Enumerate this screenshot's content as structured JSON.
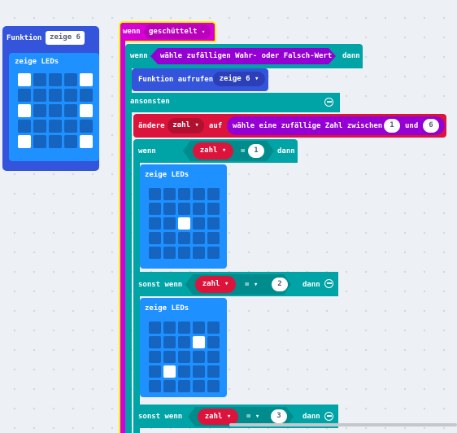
{
  "function_block": {
    "label": "Funktion",
    "name": "zeige 6",
    "show_leds_label": "zeige LEDs",
    "leds": [
      [
        1,
        0,
        0,
        0,
        1
      ],
      [
        0,
        0,
        0,
        0,
        0
      ],
      [
        1,
        0,
        0,
        0,
        1
      ],
      [
        0,
        0,
        0,
        0,
        0
      ],
      [
        1,
        0,
        0,
        0,
        1
      ]
    ]
  },
  "event": {
    "label": "wenn",
    "event_name": "geschüttelt",
    "caret": "▾"
  },
  "if_block": {
    "label": "wenn",
    "condition": "wähle zufälligen Wahr- oder Falsch-Wert",
    "then_label": "dann",
    "call_label": "Funktion aufrufen",
    "call_name": "zeige 6 ▾",
    "else_label": "ansonsten"
  },
  "change_block": {
    "label": "ändere",
    "var_name": "zahl ▾",
    "by_label": "auf",
    "random_label": "wähle eine zufällige Zahl zwischen",
    "min": "1",
    "and_label": "und",
    "max": "6"
  },
  "inner_if": [
    {
      "label": "wenn",
      "var_name": "zahl ▾",
      "op": "= ▾",
      "value": "1",
      "then_label": "dann",
      "show_leds_label": "zeige LEDs",
      "leds": [
        [
          0,
          0,
          0,
          0,
          0
        ],
        [
          0,
          0,
          0,
          0,
          0
        ],
        [
          0,
          0,
          1,
          0,
          0
        ],
        [
          0,
          0,
          0,
          0,
          0
        ],
        [
          0,
          0,
          0,
          0,
          0
        ]
      ]
    },
    {
      "label": "sonst wenn",
      "var_name": "zahl ▾",
      "op": "= ▾",
      "value": "2",
      "then_label": "dann",
      "show_leds_label": "zeige LEDs",
      "leds": [
        [
          0,
          0,
          0,
          0,
          0
        ],
        [
          0,
          0,
          0,
          1,
          0
        ],
        [
          0,
          0,
          0,
          0,
          0
        ],
        [
          0,
          1,
          0,
          0,
          0
        ],
        [
          0,
          0,
          0,
          0,
          0
        ]
      ]
    },
    {
      "label": "sonst wenn",
      "var_name": "zahl ▾",
      "op": "= ▾",
      "value": "3",
      "then_label": "dann"
    }
  ],
  "colors": {
    "functions": "#3455db",
    "basic_leds": "#1e90ff",
    "logic": "#00a4a6",
    "events": "#d400d4",
    "variables": "#dc143c",
    "math": "#9400d3"
  }
}
